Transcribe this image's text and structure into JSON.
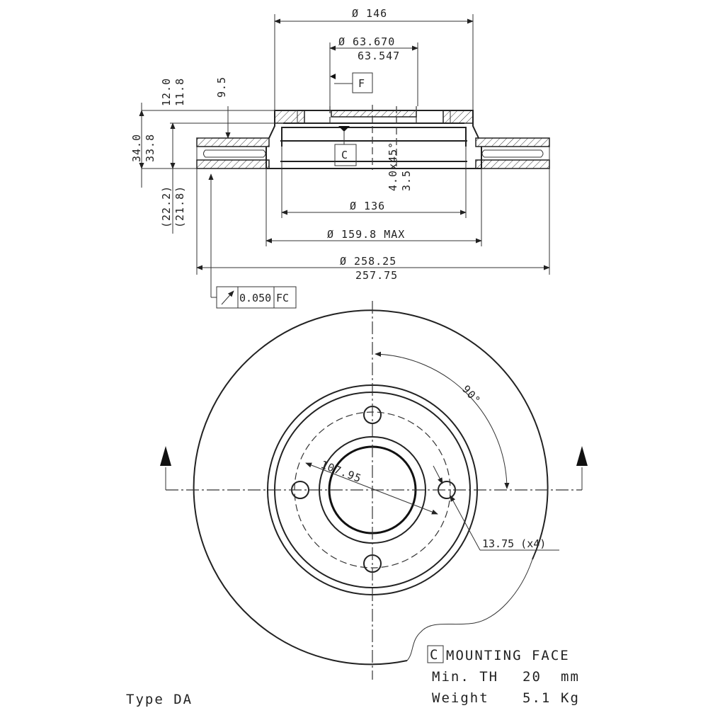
{
  "dimensions": {
    "d146": "Ø 146",
    "d63_upper": "Ø 63.670",
    "d63_lower": "63.547",
    "datum_f": "F",
    "datum_c": "C",
    "h12": "12.0",
    "h11_8": "11.8",
    "h9_5": "9.5",
    "h34": "34.0",
    "h33_8": "33.8",
    "h22_2": "(22.2)",
    "h21_8": "(21.8)",
    "chamfer": "4.0x45°",
    "chamfer2": "3.5",
    "d136": "Ø 136",
    "d159": "Ø 159.8 MAX",
    "d258_upper": "Ø 258.25",
    "d258_lower": "257.75",
    "tolerance_value": "0.050",
    "tolerance_ref": "FC",
    "angle": "90°",
    "pcd": "107.95",
    "hole": "13.75 (x4)"
  },
  "notes": {
    "mounting_box": "C",
    "mounting_label": "MOUNTING FACE",
    "min_th_label": "Min. TH",
    "min_th_value": "20",
    "min_th_unit": "mm",
    "weight_label": "Weight",
    "weight_value": "5.1",
    "weight_unit": "Kg",
    "type": "Type DA"
  },
  "icons": {
    "runout": "runout-arrow-icon",
    "section_arrow": "section-arrow-icon"
  }
}
